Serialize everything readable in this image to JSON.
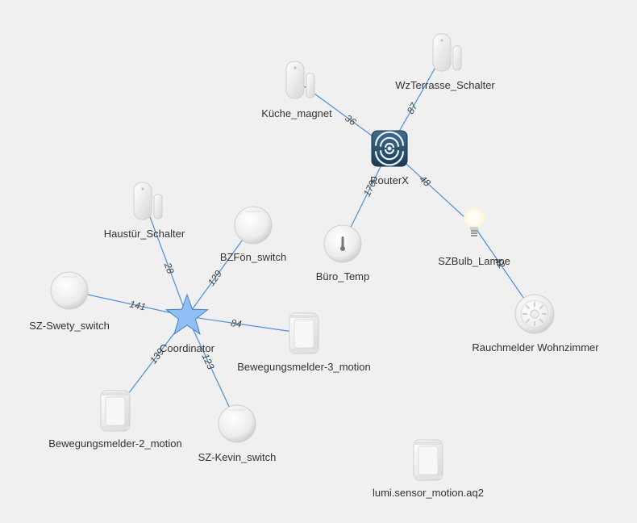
{
  "nodes": [
    {
      "id": "coordinator",
      "label": "Coordinator",
      "type": "coordinator"
    },
    {
      "id": "routerx",
      "label": "RouterX",
      "type": "router"
    },
    {
      "id": "kuche",
      "label": "Küche_magnet",
      "type": "contact"
    },
    {
      "id": "wzterrasse",
      "label": "WzTerrasse_Schalter",
      "type": "contact"
    },
    {
      "id": "buro",
      "label": "Büro_Temp",
      "type": "temp"
    },
    {
      "id": "szbulb",
      "label": "SZBulb_Lampe",
      "type": "bulb"
    },
    {
      "id": "rauch",
      "label": "Rauchmelder Wohnzimmer",
      "type": "smoke"
    },
    {
      "id": "haustur",
      "label": "Haustür_Schalter",
      "type": "contact"
    },
    {
      "id": "bzfon",
      "label": "BZFön_switch",
      "type": "button"
    },
    {
      "id": "szswety",
      "label": "SZ-Swety_switch",
      "type": "button"
    },
    {
      "id": "bew3",
      "label": "Bewegungsmelder-3_motion",
      "type": "motion"
    },
    {
      "id": "bew2",
      "label": "Bewegungsmelder-2_motion",
      "type": "motion"
    },
    {
      "id": "szkevin",
      "label": "SZ-Kevin_switch",
      "type": "button"
    },
    {
      "id": "lumi",
      "label": "lumi.sensor_motion.aq2",
      "type": "motion"
    }
  ],
  "links": [
    {
      "source": "routerx",
      "target": "kuche",
      "lqi": "36"
    },
    {
      "source": "routerx",
      "target": "wzterrasse",
      "lqi": "87"
    },
    {
      "source": "routerx",
      "target": "buro",
      "lqi": "170"
    },
    {
      "source": "routerx",
      "target": "szbulb",
      "lqi": "48"
    },
    {
      "source": "szbulb",
      "target": "rauch",
      "lqi": "42"
    },
    {
      "source": "coordinator",
      "target": "haustur",
      "lqi": "28"
    },
    {
      "source": "coordinator",
      "target": "bzfon",
      "lqi": "129"
    },
    {
      "source": "coordinator",
      "target": "szswety",
      "lqi": "141"
    },
    {
      "source": "coordinator",
      "target": "bew3",
      "lqi": "84"
    },
    {
      "source": "coordinator",
      "target": "bew2",
      "lqi": "139"
    },
    {
      "source": "coordinator",
      "target": "szkevin",
      "lqi": "123"
    }
  ],
  "colors": {
    "edge": "#4a90d9",
    "coordinator": "#8fbff5",
    "router": "#2a4d66"
  }
}
